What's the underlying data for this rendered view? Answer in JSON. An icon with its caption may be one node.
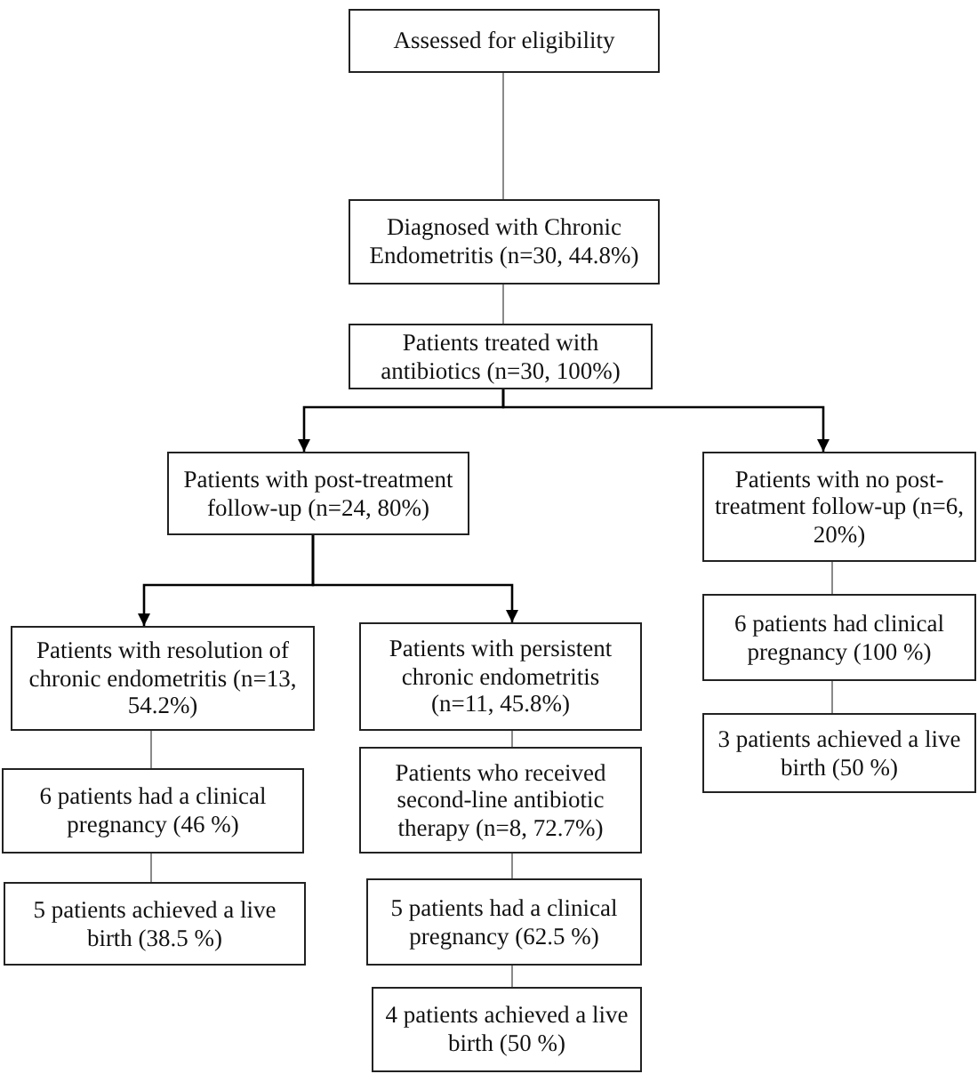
{
  "diagram": {
    "nodes": [
      {
        "text": [
          "Assessed for eligibility"
        ]
      },
      {
        "text": [
          "Diagnosed with Chronic Endometritis (n=30, 44.8%)"
        ]
      },
      {
        "text": [
          "Patients treated with antibiotics (n=30, 100%)"
        ]
      },
      {
        "text": [
          "Patients with post-treatment follow-up (n=24, 80%)"
        ]
      },
      {
        "text": [
          "Patients with no post-treatment follow-up (n=6, 20%)"
        ]
      },
      {
        "text": [
          "Patients with resolution of chronic endometritis (n=13, 54.2%)"
        ]
      },
      {
        "text": [
          "Patients with persistent chronic endometritis (n=11, 45.8%)"
        ]
      },
      {
        "text": [
          "6 patients had clinical pregnancy (100 %)"
        ]
      },
      {
        "text": [
          "6 patients had a clinical pregnancy (46 %)"
        ]
      },
      {
        "text": [
          "Patients who received second-line antibiotic therapy (n=8, 72.7%)"
        ]
      },
      {
        "text": [
          "3 patients achieved a live birth (50 %)"
        ]
      },
      {
        "text": [
          "5 patients achieved a live birth (38.5 %)"
        ]
      },
      {
        "text": [
          "5 patients had a clinical pregnancy (62.5 %)"
        ]
      },
      {
        "text": [
          "4 patients achieved a live birth (50 %)"
        ]
      }
    ],
    "edges": [
      {
        "from": 0,
        "to": 1,
        "arrow": "none"
      },
      {
        "from": 1,
        "to": 2,
        "arrow": "none"
      },
      {
        "from": 2,
        "to": 3,
        "arrow": "to",
        "color": "#000000"
      },
      {
        "from": 2,
        "to": 4,
        "arrow": "to",
        "color": "#000000"
      },
      {
        "from": 3,
        "to": 5,
        "arrow": "to",
        "color": "#000000"
      },
      {
        "from": 3,
        "to": 6,
        "arrow": "to",
        "color": "#000000"
      },
      {
        "from": 4,
        "to": 7,
        "arrow": "none"
      },
      {
        "from": 5,
        "to": 8,
        "arrow": "none"
      },
      {
        "from": 6,
        "to": 9,
        "arrow": "none"
      },
      {
        "from": 7,
        "to": 10,
        "arrow": "none"
      },
      {
        "from": 8,
        "to": 11,
        "arrow": "none"
      },
      {
        "from": 9,
        "to": 12,
        "arrow": "none"
      },
      {
        "from": 12,
        "to": 13,
        "arrow": "none"
      }
    ]
  }
}
